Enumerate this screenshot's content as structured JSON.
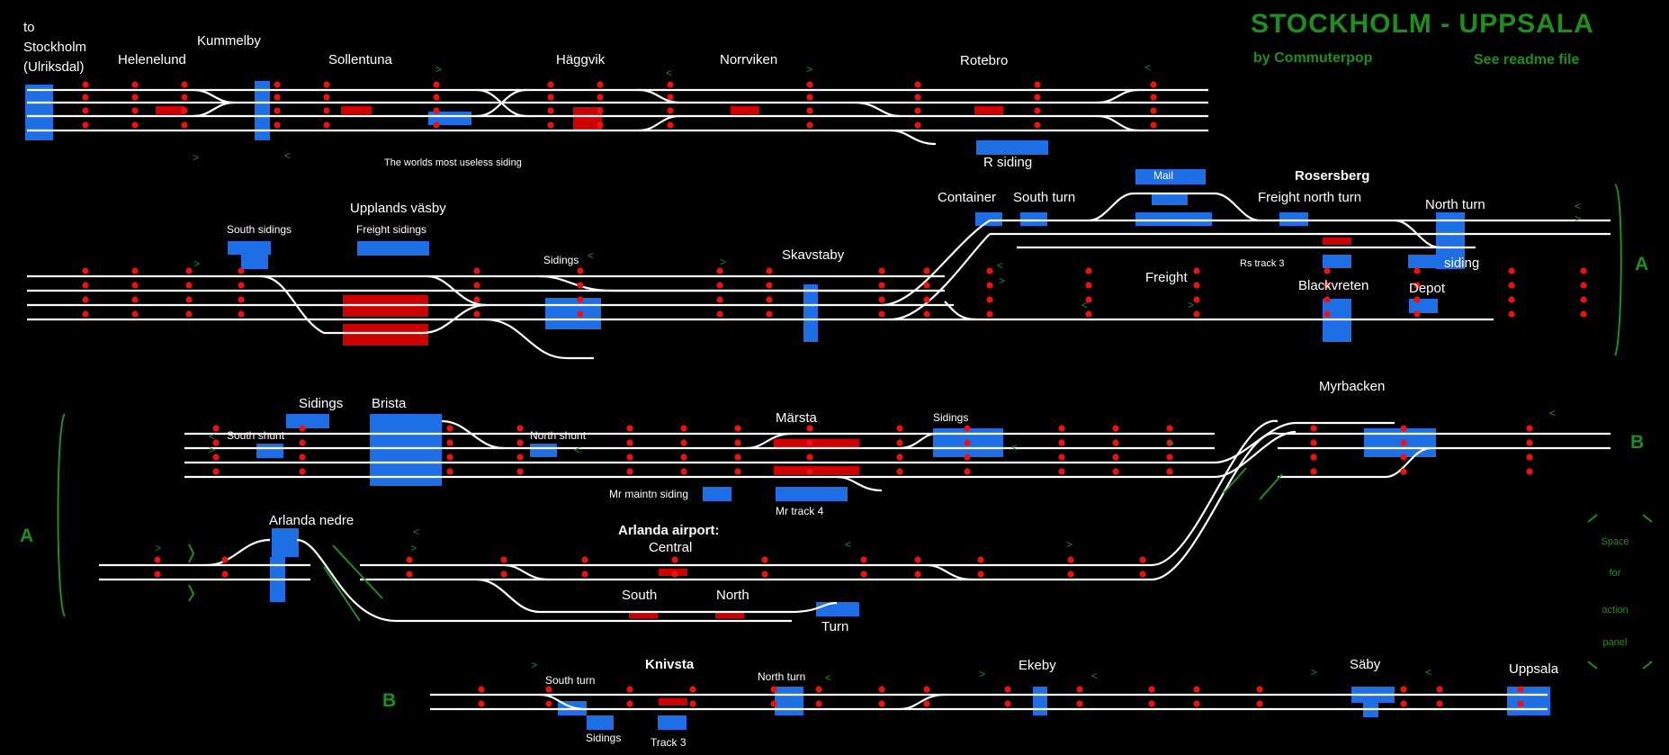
{
  "header": {
    "title": "STOCKHOLM - UPPSALA",
    "author": "by Commuterpop",
    "readme": "See readme file"
  },
  "colors": {
    "background": "#000000",
    "track": "#ffffff",
    "platform": "#1e6fe6",
    "occupied": "#cc0000",
    "signal": "#ee1111",
    "header_text": "#1e8f1e"
  },
  "stations": {
    "to_stockholm": [
      "to",
      "Stockholm",
      "(Ulriksdal)"
    ],
    "helenelund": "Helenelund",
    "kummelby": "Kummelby",
    "sollentuna": "Sollentuna",
    "haggvik": "Häggvik",
    "norrviken": "Norrviken",
    "rotebro": "Rotebro",
    "r_siding": "R siding",
    "useless_siding": "The worlds most useless siding",
    "upplands_vasby": "Upplands väsby",
    "south_sidings": "South sidings",
    "freight_sidings": "Freight sidings",
    "sidings_vasby": "Sidings",
    "skavstaby": "Skavstaby",
    "container": "Container",
    "south_turn": "South turn",
    "mail": "Mail",
    "rosersberg": "Rosersberg",
    "freight_north_turn": "Freight north turn",
    "north_turn": "North turn",
    "siding": "siding",
    "rs_track_3": "Rs track 3",
    "freight": "Freight",
    "blackvreten": "Blackvreten",
    "depot": "Depot",
    "sidings_brista": "Sidings",
    "brista": "Brista",
    "south_shunt": "South shunt",
    "north_shunt": "North shunt",
    "marsta": "Märsta",
    "sidings_marsta": "Sidings",
    "myrbacken": "Myrbacken",
    "mr_maint_siding": "Mr maintn siding",
    "mr_track_4": "Mr track 4",
    "arlanda_nedre": "Arlanda nedre",
    "arlanda_airport": "Arlanda airport:",
    "central": "Central",
    "south": "South",
    "north": "North",
    "turn": "Turn",
    "knivsta": "Knivsta",
    "south_turn_k": "South turn",
    "north_turn_k": "North turn",
    "sidings_k": "Sidings",
    "track_3": "Track 3",
    "ekeby": "Ekeby",
    "saby": "Säby",
    "uppsala": "Uppsala"
  },
  "markers": {
    "a": "A",
    "b": "B",
    "next": ">",
    "prev": "<"
  },
  "action_panel": [
    "Space",
    "for",
    "action",
    "panel"
  ]
}
